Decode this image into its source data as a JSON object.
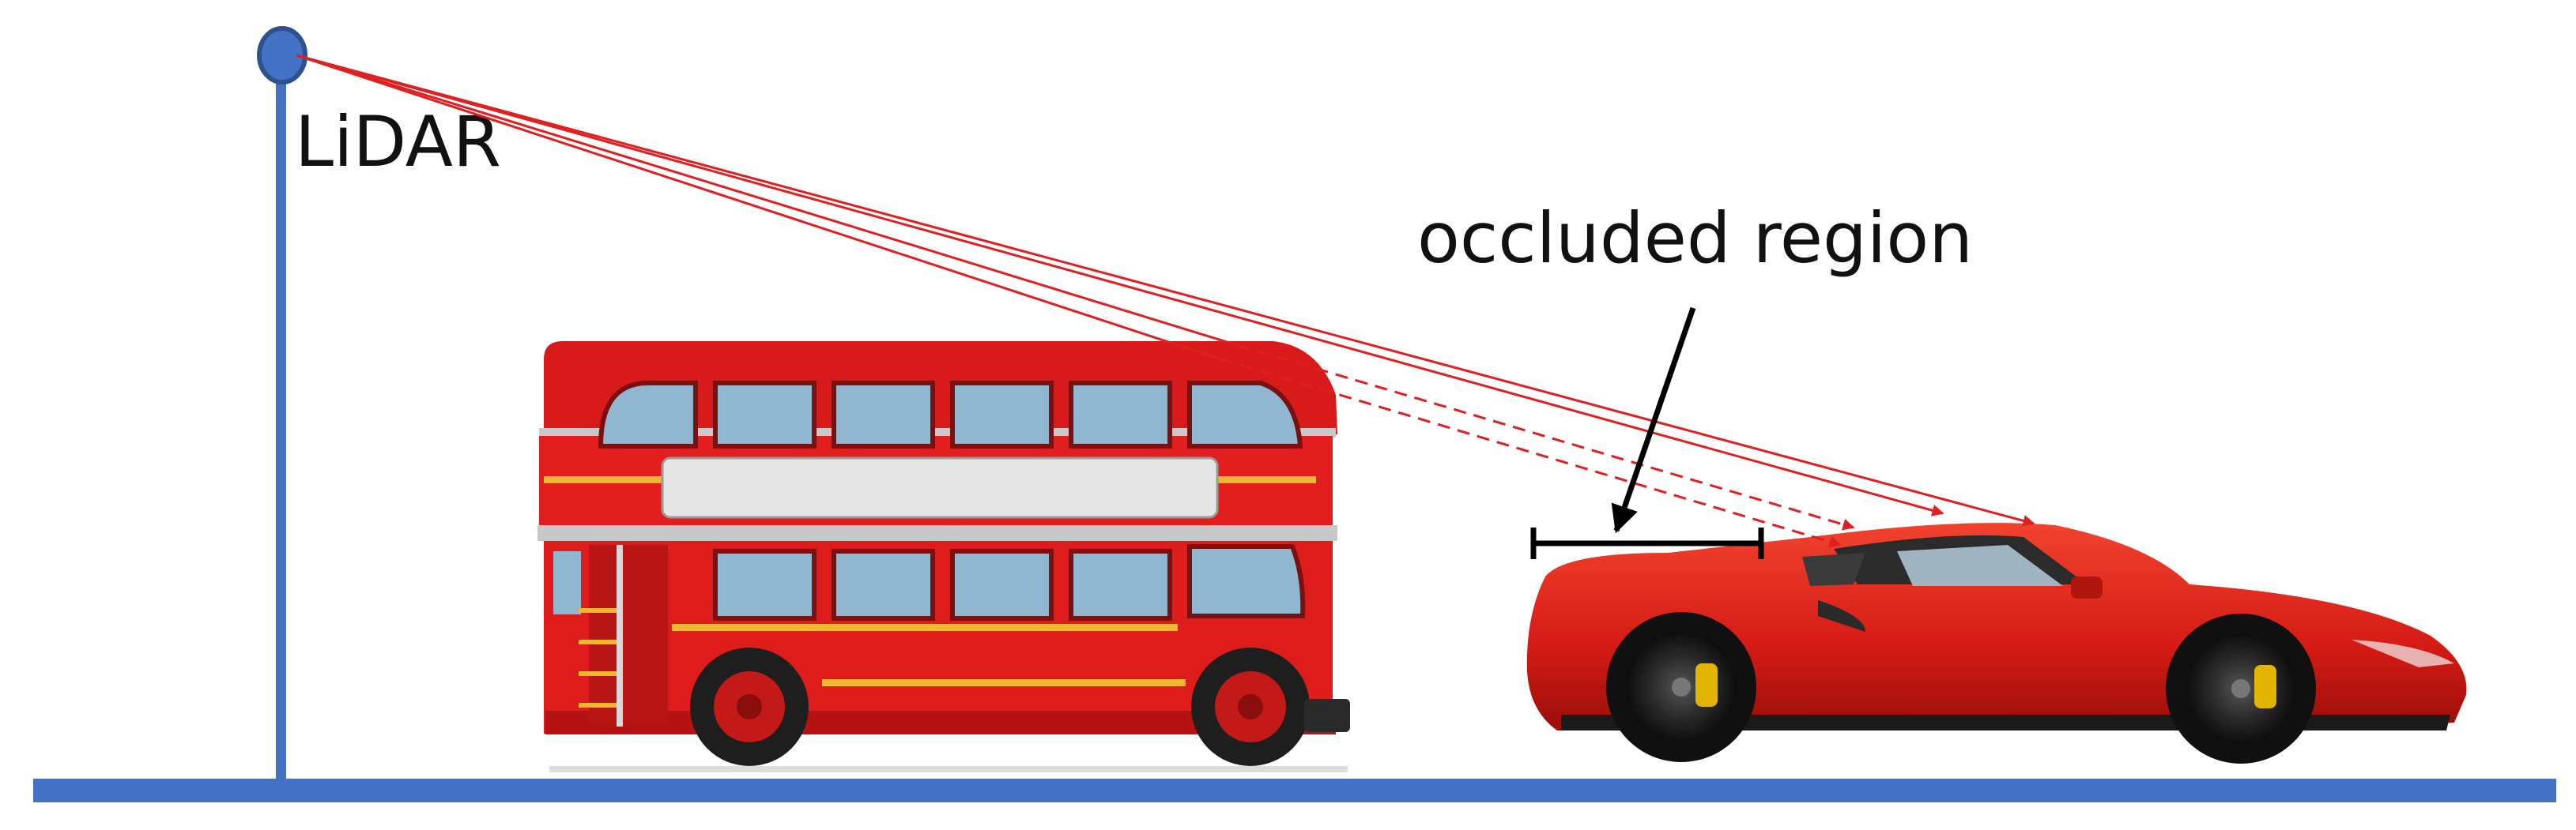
{
  "labels": {
    "lidar": "LiDAR",
    "occluded_region": "occluded region"
  },
  "colors": {
    "pole": "#4472C4",
    "ground": "#4472C4",
    "sensor": "#4472C4",
    "rays": "#E02020",
    "bus_body": "#D91A1A",
    "car_body": "#E0221C",
    "annotation": "#000000"
  },
  "icons": {
    "sensor": "lidar-sensor-icon",
    "bus": "double-decker-bus-icon",
    "car": "sports-car-icon"
  },
  "rays": {
    "solid_count": 4,
    "dashed_count": 2
  }
}
